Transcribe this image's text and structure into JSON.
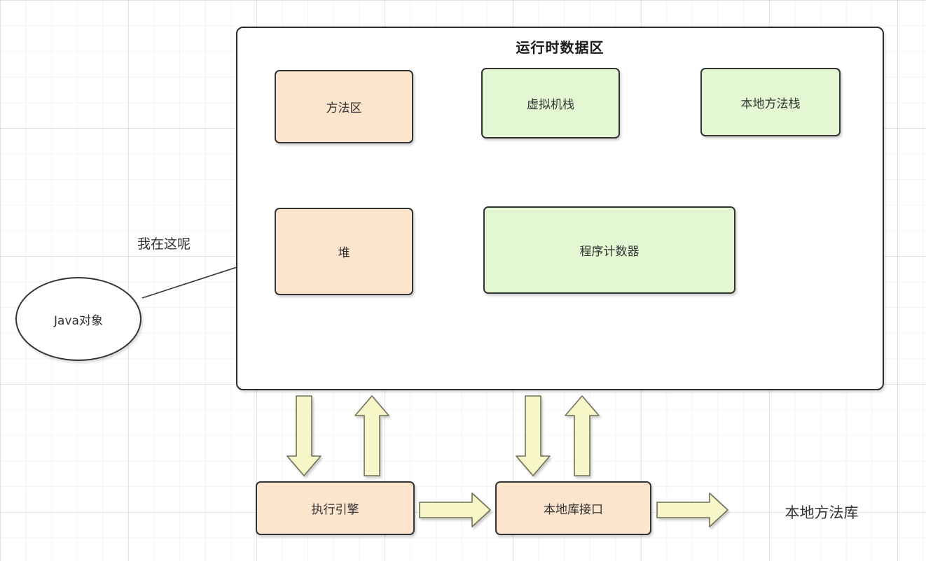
{
  "title": "运行时数据区",
  "boxes": {
    "method_area": "方法区",
    "vm_stack": "虚拟机栈",
    "native_method_stack": "本地方法栈",
    "heap": "堆",
    "program_counter": "程序计数器",
    "execution_engine": "执行引擎",
    "native_library_interface": "本地库接口"
  },
  "labels": {
    "java_object": "Java对象",
    "here_note": "我在这呢",
    "native_method_library": "本地方法库"
  },
  "colors": {
    "orange_fill": "#fce4cd",
    "green_fill": "#e2f7d2",
    "yellow_arrow_fill": "#f6f6c8",
    "box_border": "#333333",
    "arrow_border": "#6f6f57"
  }
}
